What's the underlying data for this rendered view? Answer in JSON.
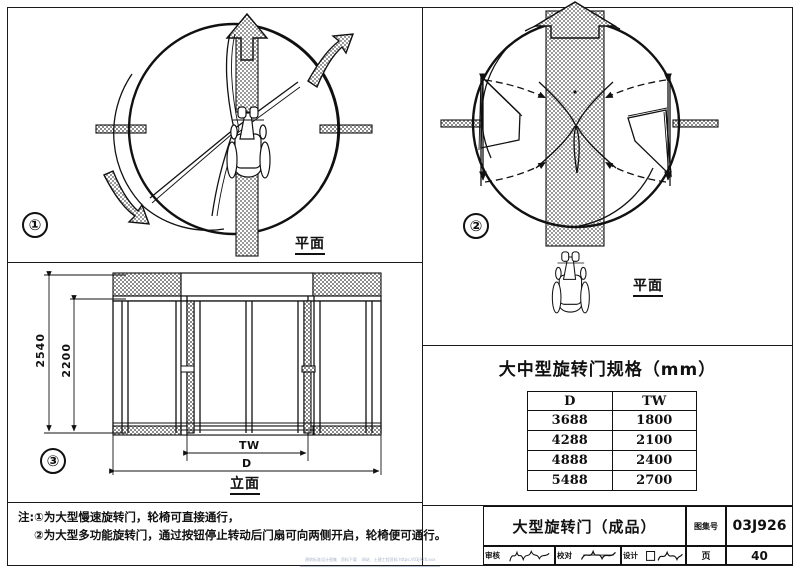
{
  "sheet": {
    "panels": [
      {
        "marker": "①",
        "view_label": "平面",
        "description": "large slow revolving door plan with wheelchair"
      },
      {
        "marker": "②",
        "view_label": "平面",
        "description": "large multi-function revolving door plan, leaves opened both sides"
      },
      {
        "marker": "③",
        "view_label": "立面",
        "description": "revolving door elevation"
      }
    ],
    "elevation_dims": {
      "height_overall": "2540",
      "height_door": "2200",
      "width_inner": "TW",
      "width_overall": "D"
    },
    "spec": {
      "title": "大中型旋转门规格（mm）",
      "headers": [
        "D",
        "TW"
      ],
      "rows": [
        [
          "3688",
          "1800"
        ],
        [
          "4288",
          "2100"
        ],
        [
          "4888",
          "2400"
        ],
        [
          "5488",
          "2700"
        ]
      ]
    },
    "notes": {
      "line1": "注:①为大型慢速旋转门，轮椅可直接通行，",
      "line2": "②为大型多功能旋转门，通过按钮停止转动后门扇可向两侧开启，轮椅便可通行。"
    },
    "titleblock": {
      "drawing_name": "大型旋转门（成品）",
      "atlas_label": "图集号",
      "atlas_number": "03J926",
      "page_label": "页",
      "page_number": "40",
      "review_label": "审核",
      "check_label": "校对",
      "design_label": "设计"
    }
  }
}
